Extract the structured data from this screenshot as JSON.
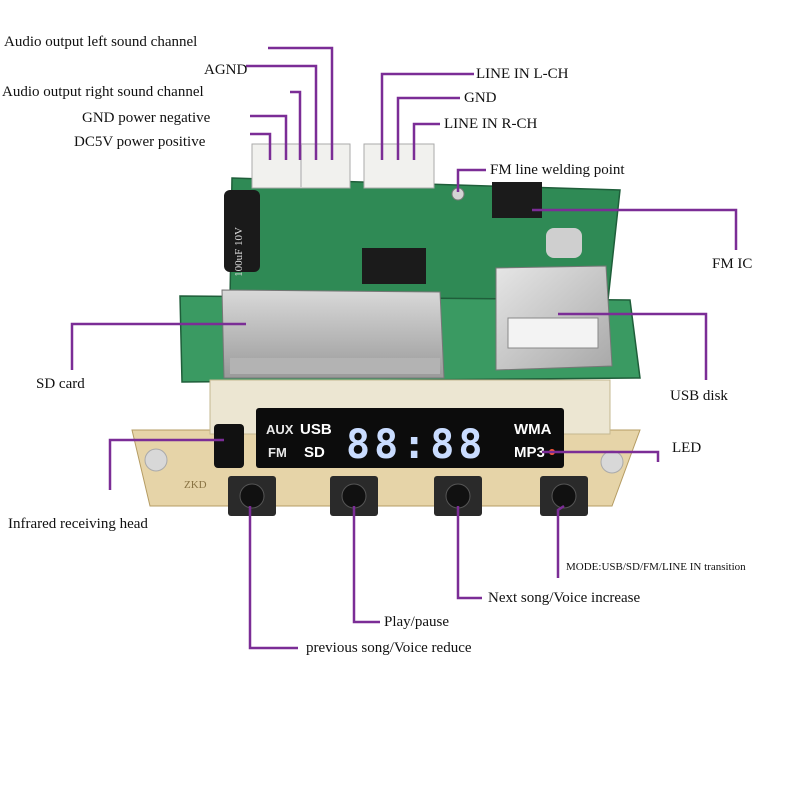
{
  "labels": {
    "audio_left": "Audio output left sound channel",
    "agnd": "AGND",
    "audio_right": "Audio output right sound channel",
    "gnd_negative": "GND power negative",
    "dc5v": "DC5V power positive",
    "line_in_l": "LINE IN L-CH",
    "gnd": "GND",
    "line_in_r": "LINE IN R-CH",
    "fm_weld": "FM line welding point",
    "fm_ic": "FM IC",
    "sd_card": "SD card",
    "usb_disk": "USB disk",
    "led": "LED",
    "infrared": "Infrared receiving head",
    "mode": "MODE:USB/SD/FM/LINE IN transition",
    "next": "Next song/Voice increase",
    "play": "Play/pause",
    "prev": "previous song/Voice reduce"
  },
  "display": {
    "aux": "AUX",
    "usb": "USB",
    "fm": "FM",
    "sd": "SD",
    "wma": "WMA",
    "mp3": "MP3",
    "digits": "88:88"
  },
  "board": {
    "brand": "ZKD",
    "cap_label": "100uF 10V"
  },
  "colors": {
    "leader": "#7b2d96",
    "pcb": "#2f8a55",
    "panel": "#0c0c0c",
    "faceplate": "#e6d4a8"
  }
}
